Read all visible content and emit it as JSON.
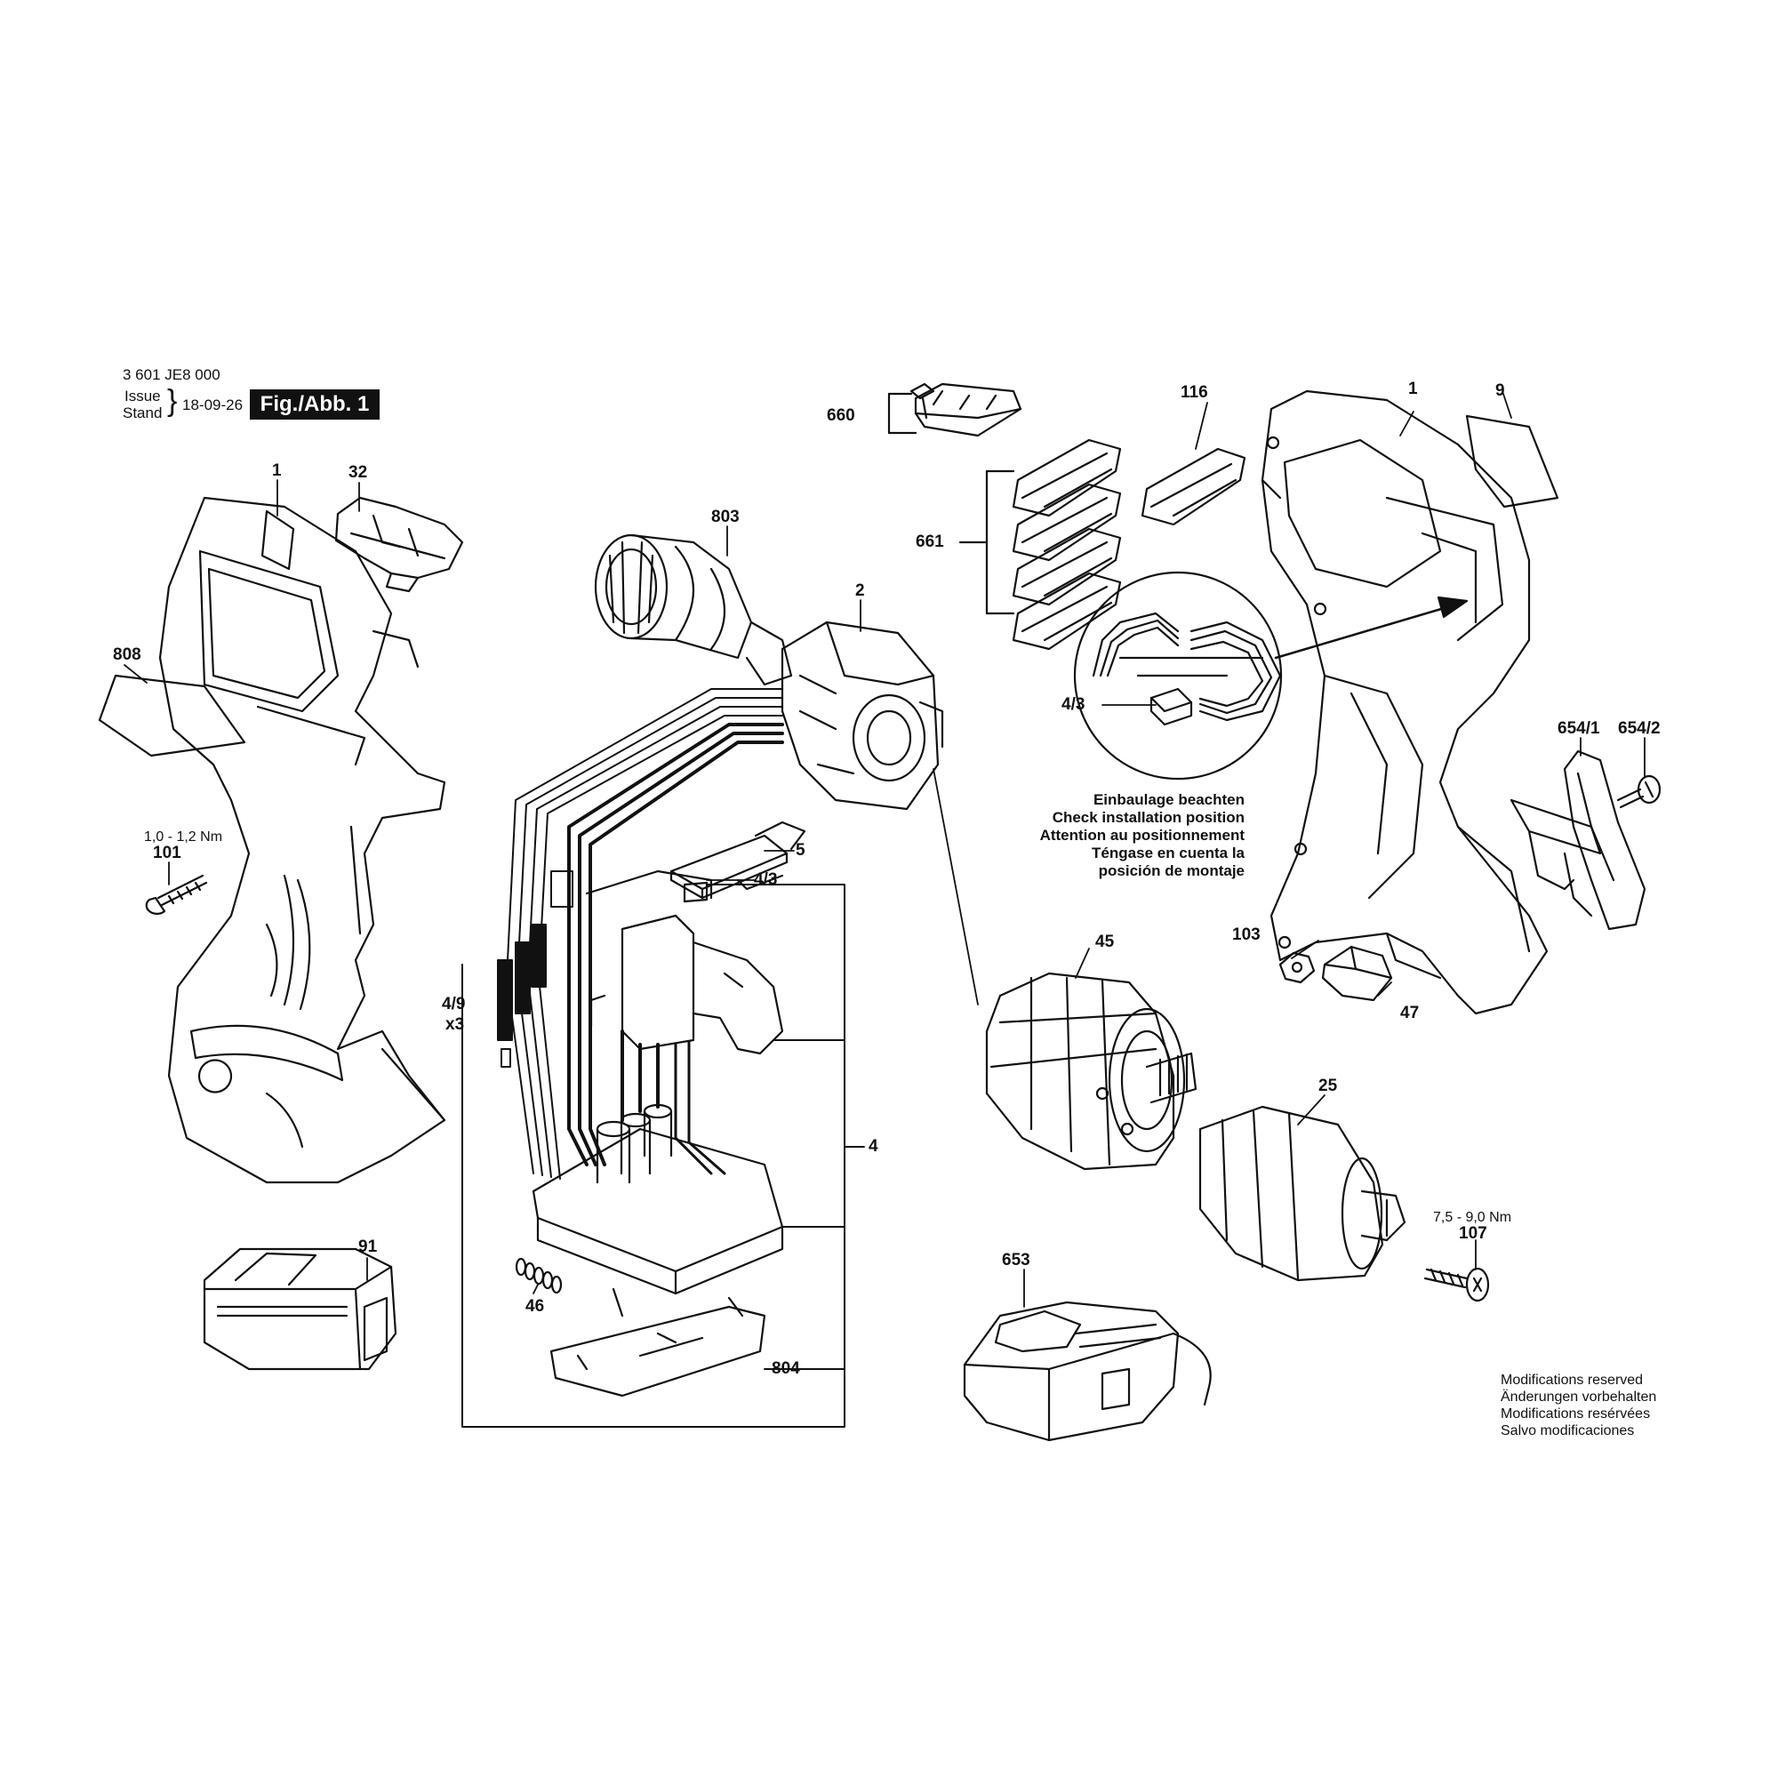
{
  "header": {
    "part_number": "3 601 JE8 000",
    "issue_label": "Issue",
    "stand_label": "Stand",
    "date": "18-09-26",
    "figure": "Fig./Abb. 1"
  },
  "callouts": {
    "housing_left": "1",
    "part_32": "32",
    "part_808": "808",
    "part_101": "101",
    "torque_101": "1,0 - 1,2 Nm",
    "part_91": "91",
    "part_803": "803",
    "part_2": "2",
    "part_5": "5",
    "part_4_3_lower": "4/3",
    "part_4_9": "4/9",
    "qty_x3": "x3",
    "part_4": "4",
    "part_46": "46",
    "part_804": "804",
    "part_660": "660",
    "part_661": "661",
    "part_116": "116",
    "housing_right": "1",
    "part_9": "9",
    "part_4_3_detail": "4/3",
    "part_654_1": "654/1",
    "part_654_2": "654/2",
    "part_103": "103",
    "part_45": "45",
    "part_47": "47",
    "part_25": "25",
    "part_107": "107",
    "torque_107": "7,5 - 9,0 Nm",
    "part_653": "653"
  },
  "installation_note": [
    "Einbaulage beachten",
    "Check installation position",
    "Attention au positionnement",
    "Téngase en cuenta la",
    "posición de montaje"
  ],
  "modifications_note": [
    "Modifications reserved",
    "Änderungen vorbehalten",
    "Modifications resérvées",
    "Salvo modificaciones"
  ]
}
